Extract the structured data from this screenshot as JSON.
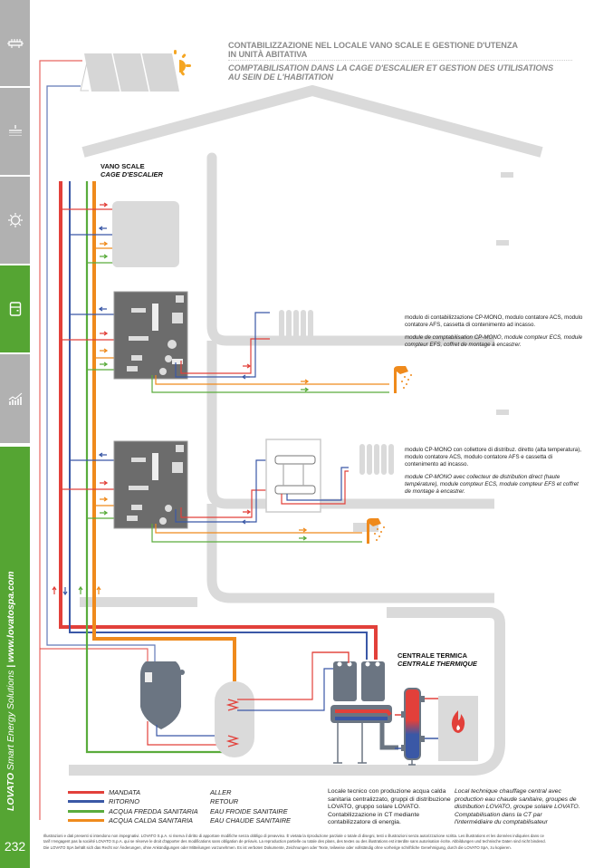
{
  "header": {
    "title_it_line1": "CONTABILIZZAZIONE NEL LOCALE VANO SCALE E GESTIONE D'UTENZA",
    "title_it_line2": "IN UNITÀ ABITATIVA",
    "title_fr_line1": "COMPTABILISATION DANS LA CAGE D'ESCALIER ET GESTION DES UTILISATIONS",
    "title_fr_line2": "AU SEIN DE L'HABITATION"
  },
  "sidebar": {
    "tabs": [
      {
        "icon": "heating-element-icon",
        "active": false
      },
      {
        "icon": "shower-head-icon",
        "active": false
      },
      {
        "icon": "sun-icon",
        "active": false
      },
      {
        "icon": "meter-module-icon",
        "active": true
      },
      {
        "icon": "chart-growth-icon",
        "active": false
      }
    ],
    "brand_bold": "LOVATO",
    "brand_rest": " Smart Energy Solutions",
    "separator": " | ",
    "website": "www.lovatospa.com",
    "page_number": "232"
  },
  "diagram": {
    "stairwell_it": "VANO SCALE",
    "stairwell_fr": "CAGE D'ESCALIER",
    "plant_it": "CENTRALE TERMICA",
    "plant_fr": "CENTRALE THERMIQUE",
    "unit1_desc_it": "modulo di contabilizzazione CP-MONO, modulo contatore ACS, modulo contatore AFS, cassetta di contenimento ad incasso.",
    "unit1_desc_fr": "module de comptabilisation CP-MONO, module compteur ECS, module compteur EFS, coffret de montage à encastrer.",
    "unit2_desc_it": "modulo CP-MONO con collettore di distribuz. diretto (alta temperatura), modulo contatore ACS, modulo contatore AFS e cassetta di contenimento ad incasso.",
    "unit2_desc_fr": "module CP-MONO avec collecteur de distribution direct (haute température), module compteur ECS, module compteur EFS et coffret de montage à encastrer."
  },
  "colors": {
    "supply": "#e2403a",
    "return": "#3a58a6",
    "cold": "#5aac3c",
    "hot": "#ef8a1c",
    "building": "#dadada",
    "equipment": "#6b7582",
    "accent_green": "#55a533",
    "tab_grey": "#b1b1b1"
  },
  "legend": [
    {
      "it": "MANDATA",
      "fr": "ALLER",
      "color": "#e2403a"
    },
    {
      "it": "RITORNO",
      "fr": "RETOUR",
      "color": "#3a58a6"
    },
    {
      "it": "ACQUA FREDDA SANITARIA",
      "fr": "EAU FROIDE SANITAIRE",
      "color": "#5aac3c"
    },
    {
      "it": "ACQUA CALDA SANITARIA",
      "fr": "EAU CHAUDE SANITAIRE",
      "color": "#ef8a1c"
    }
  ],
  "central_desc_it": "Locale tecnico con produzione acqua calda sanitaria centralizzato, gruppi di distribuzione LOVATO, gruppo solare LOVATO. Contabilizzazione in CT mediante contabilizzatore di energia.",
  "central_desc_fr": "Local technique chauffage central avec production eau chaude sanitaire, groupes de distribution LOVATO, groupe solaire LOVATO. Comptabilisation dans la CT par l'intermédiaire du comptabilisateur",
  "footer": {
    "line1": "Illustrazioni e dati presenti si intendono non impegnativi. LOVATO S.p.A. si riserva il diritto di apportare modifiche senza obbligo di preavviso. È vietata la riproduzione parziale o totale di disegni, testi o illustrazioni senza autorizzazione scritta. Les illustrations et les données indiquées dans ce",
    "line2": "tarif n'engagent pas la société LOVATO S.p.A. qui se réserve le droit d'apporter des modifications sans obligation de préavis. La reproduction partielle ou totale des plans, des textes ou des illustrations est interdite sans autorisation écrite. Abbildungen und technische Daten sind nicht bindend.",
    "line3": "Die LOVATO SpA behält sich das Recht vor Änderungen, ohne Ankündigungen oder Mitteilungen vorzunehmen. Es ist verboten Dokumente, Zeichnungen oder Texte, teilweise oder vollständig ohne vorherige schriftliche Genehmigung, durch die LOVATO SpA, zu kopieren."
  }
}
